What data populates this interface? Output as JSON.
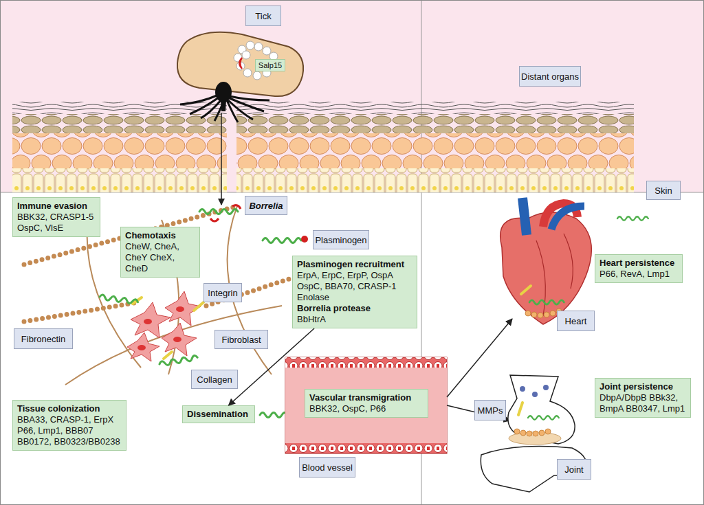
{
  "diagram": {
    "nodes": [
      {
        "text": [
          "Tick"
        ]
      },
      {
        "text": [
          "Salp15"
        ]
      },
      {
        "text": [
          "Distant organs"
        ]
      },
      {
        "text": [
          "Skin"
        ]
      },
      {
        "text": [
          "Borrelia"
        ]
      },
      {
        "text": [
          "Immune evasion",
          "BBK32, CRASP1-5 OspC, VlsE"
        ]
      },
      {
        "text": [
          "Chemotaxis",
          "CheW, CheA, CheY CheX, CheD"
        ]
      },
      {
        "text": [
          "Plasminogen"
        ]
      },
      {
        "text": [
          "Heart persistence",
          "P66, RevA, Lmp1"
        ]
      },
      {
        "text": [
          "Plasminogen recruitment",
          "ErpA, ErpC, ErpP, OspA OspC, BBA70, CRASP-1 Enolase",
          "Borrelia protease",
          "BbHtrA"
        ]
      },
      {
        "text": [
          "Integrin"
        ]
      },
      {
        "text": [
          "Heart"
        ]
      },
      {
        "text": [
          "Fibronectin"
        ]
      },
      {
        "text": [
          "Fibroblast"
        ]
      },
      {
        "text": [
          "Collagen"
        ]
      },
      {
        "text": [
          "Joint persistence",
          "DbpA/DbpB BBk32, BmpA BB0347, Lmp1"
        ]
      },
      {
        "text": [
          "Vascular transmigration",
          "BBK32, OspC, P66"
        ]
      },
      {
        "text": [
          "Tissue colonization",
          "BBA33, CRASP-1, ErpX P66, Lmp1, BBB07 BB0172, BB0323/BB0238"
        ]
      },
      {
        "text": [
          "MMPs"
        ]
      },
      {
        "text": [
          "Dissemination"
        ]
      },
      {
        "text": [
          "Blood vessel"
        ]
      },
      {
        "text": [
          "Joint"
        ]
      }
    ],
    "edges": [
      {
        "from": 9,
        "to": 19,
        "arrow": "to"
      }
    ]
  }
}
